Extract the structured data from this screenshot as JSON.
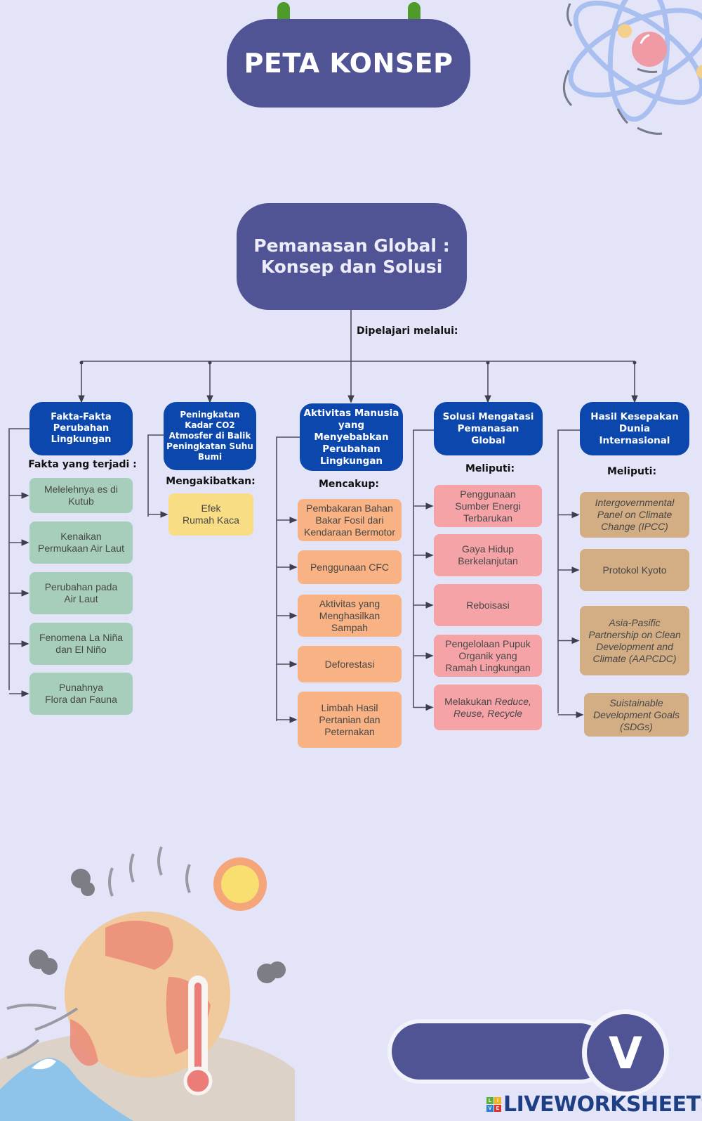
{
  "title": "PETA KONSEP",
  "root": {
    "label": "Pemanasan Global :\nKonsep dan Solusi"
  },
  "root_edge_label": "Dipelajari melalui:",
  "branches": [
    {
      "label": "Fakta-Fakta\nPerubahan\nLingkungan",
      "sublabel": "Fakta yang terjadi :",
      "color": "#a7cdbb",
      "items": [
        {
          "text": "Melelehnya es di\nKutub"
        },
        {
          "text": "Kenaikan\nPermukaan Air Laut"
        },
        {
          "text": "Perubahan pada\nAir Laut"
        },
        {
          "text": "Fenomena La Niña\ndan El Niño"
        },
        {
          "text": "Punahnya\nFlora dan Fauna"
        }
      ]
    },
    {
      "label": "Peningkatan\nKadar CO2\nAtmosfer di Balik\nPeningkatan Suhu\nBumi",
      "sublabel": "Mengakibatkan:",
      "color": "#f8dd84",
      "items": [
        {
          "text": "Efek\nRumah Kaca"
        }
      ]
    },
    {
      "label": "Aktivitas Manusia\nyang Menyebabkan\nPerubahan\nLingkungan",
      "sublabel": "Mencakup:",
      "color": "#f9b283",
      "items": [
        {
          "text": "Pembakaran Bahan\nBakar Fosil dari\nKendaraan Bermotor"
        },
        {
          "text": "Penggunaan CFC"
        },
        {
          "text": "Aktivitas yang\nMenghasilkan\nSampah"
        },
        {
          "text": "Deforestasi"
        },
        {
          "text": "Limbah Hasil\nPertanian dan\nPeternakan"
        }
      ]
    },
    {
      "label": "Solusi Mengatasi\nPemanasan\nGlobal",
      "sublabel": "Meliputi:",
      "color": "#f6a3a8",
      "items": [
        {
          "text": "Penggunaan\nSumber Energi\nTerbarukan"
        },
        {
          "text": "Gaya Hidup\nBerkelanjutan"
        },
        {
          "text": "Reboisasi"
        },
        {
          "text": "Pengelolaan Pupuk\nOrganik yang\nRamah Lingkungan"
        },
        {
          "text_plain": "Melakukan ",
          "text_italic": "Reduce,\nReuse, Recycle"
        }
      ]
    },
    {
      "label": "Hasil Kesepakan\nDunia\nInternasional",
      "sublabel": "Meliputi:",
      "color": "#d3ad84",
      "items": [
        {
          "text": "Intergovernmental\nPanel on Climate\nChange (IPCC)",
          "italic": true
        },
        {
          "text": "Protokol Kyoto"
        },
        {
          "text": "Asia-Pasific\nPartnership on Clean\nDevelopment and\nClimate (AAPCDC)",
          "italic": true
        },
        {
          "text": "Suistainable\nDevelopment Goals\n(SDGs)",
          "italic": true
        }
      ]
    }
  ],
  "answer_box": {
    "value": "",
    "badge": "V"
  },
  "brand": {
    "tiles": [
      "L",
      "I",
      "V",
      "E"
    ],
    "wordmark": "LIVEWORKSHEETS"
  },
  "colors": {
    "background": "#e4e4f9",
    "banner": "#515494",
    "category": "#0b47ad",
    "ring": "#4e9a2a"
  }
}
